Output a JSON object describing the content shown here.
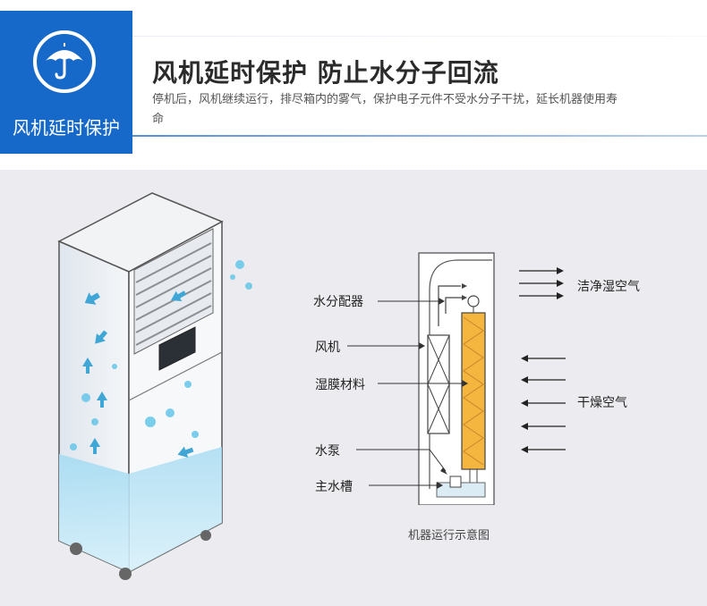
{
  "badge": {
    "label": "风机延时保护",
    "icon": "umbrella-icon"
  },
  "header": {
    "title": "风机延时保护 防止水分子回流",
    "description": "停机后，风机继续运行，排尽箱内的雾气，保护电子元件不受水分子干扰，延长机器使用寿命"
  },
  "diagram": {
    "labels": {
      "distributor": "水分配器",
      "fan": "风机",
      "wet_membrane": "湿膜材料",
      "pump": "水泵",
      "tank": "主水槽",
      "clean_air": "洁净湿空气",
      "dry_air": "干燥空气"
    },
    "caption": "机器运行示意图"
  },
  "colors": {
    "accent": "#1769c9",
    "membrane": "#f5b640",
    "water": "#bfe3f3"
  }
}
